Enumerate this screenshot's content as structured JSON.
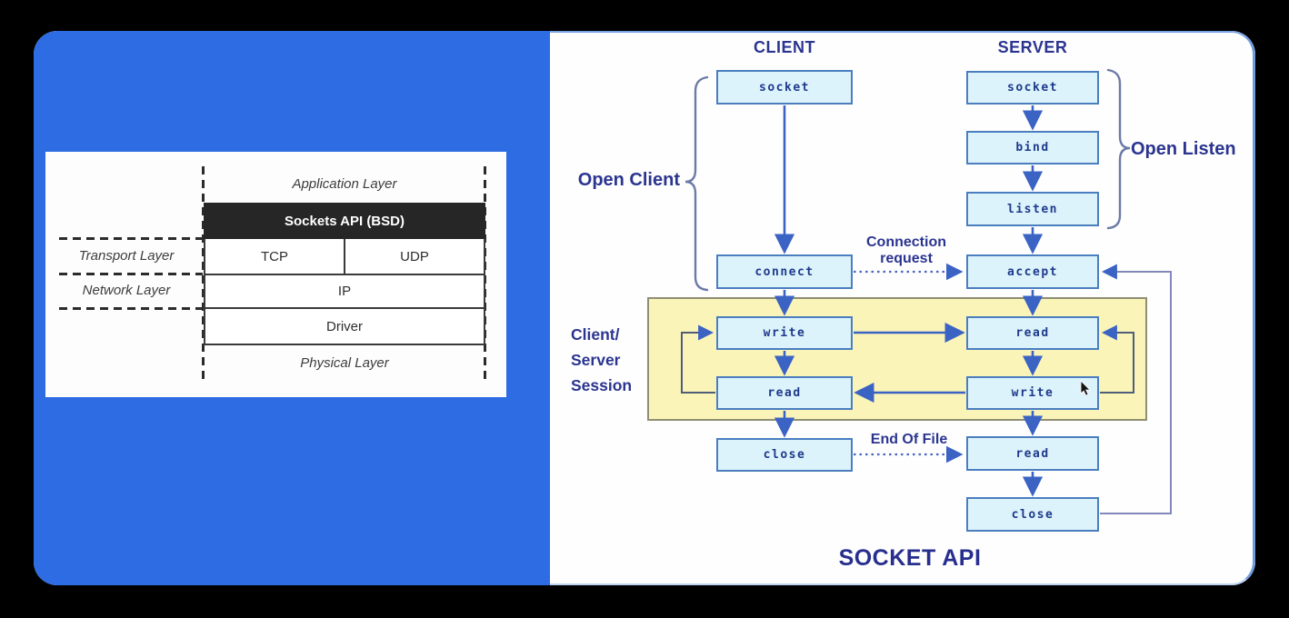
{
  "left_stack": {
    "application_layer": "Application Layer",
    "sockets_api": "Sockets API (BSD)",
    "transport_layer": "Transport Layer",
    "tcp": "TCP",
    "udp": "UDP",
    "network_layer": "Network Layer",
    "ip": "IP",
    "driver": "Driver",
    "physical_layer": "Physical Layer"
  },
  "flowchart": {
    "title": "SOCKET API",
    "client": {
      "header": "CLIENT",
      "steps": {
        "socket": "socket",
        "connect": "connect",
        "write": "write",
        "read": "read",
        "close": "close"
      }
    },
    "server": {
      "header": "SERVER",
      "steps": {
        "socket": "socket",
        "bind": "bind",
        "listen": "listen",
        "accept": "accept",
        "read1": "read",
        "write": "write",
        "read2": "read",
        "close": "close"
      }
    },
    "labels": {
      "open_client": "Open Client",
      "open_listen": "Open Listen",
      "connection_request_line1": "Connection",
      "connection_request_line2": "request",
      "session_line1": "Client/",
      "session_line2": "Server",
      "session_line3": "Session",
      "end_of_file": "End Of File"
    }
  },
  "colors": {
    "panel_blue": "#2d6ce2",
    "box_fill": "#ddf3fb",
    "box_border": "#4a7ebf",
    "session_yellow": "#fbf4b9",
    "arrow_blue": "#3b63c4",
    "text_navy": "#2b3590",
    "stack_bar_black": "#262626"
  }
}
